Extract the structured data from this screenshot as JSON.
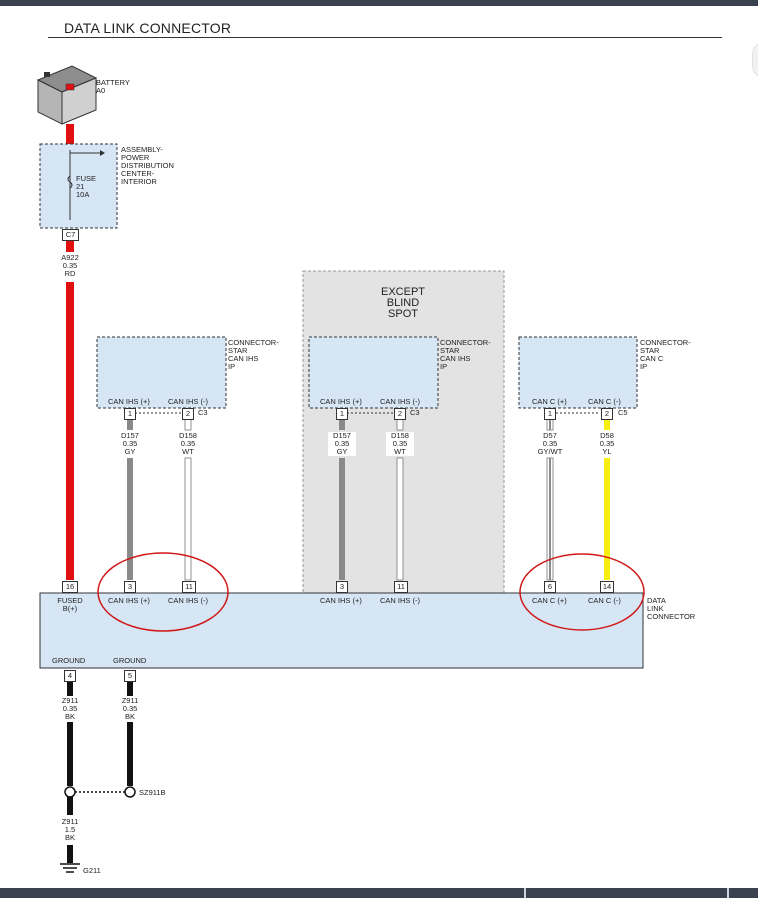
{
  "title": "DATA LINK CONNECTOR",
  "battery": {
    "name": "BATTERY",
    "id": "A0"
  },
  "pdc": {
    "name": "ASSEMBLY-\nPOWER\nDISTRIBUTION\nCENTER-\nINTERIOR",
    "fuse": "FUSE\n21\n10A",
    "pin": "C7"
  },
  "power_wire": {
    "label": "A922\n0.35\nRD",
    "color": "#e01010"
  },
  "except_region": {
    "label": "EXCEPT\nBLIND\nSPOT"
  },
  "star_connectors": [
    {
      "name": "CONNECTOR-\nSTAR\nCAN IHS\nIP",
      "pin_pos_label": "CAN IHS (+)",
      "pin_neg_label": "CAN IHS (-)",
      "pin_pos": "1",
      "pin_neg": "2",
      "connector": "C3",
      "wire_pos": "D157\n0.35\nGY",
      "wire_neg": "D158\n0.35\nWT",
      "dlc_pin_pos": "3",
      "dlc_pin_neg": "11",
      "dlc_label_pos": "CAN IHS (+)",
      "dlc_label_neg": "CAN IHS (-)"
    },
    {
      "name": "CONNECTOR-\nSTAR\nCAN IHS\nIP",
      "pin_pos_label": "CAN IHS (+)",
      "pin_neg_label": "CAN IHS (-)",
      "pin_pos": "1",
      "pin_neg": "2",
      "connector": "C3",
      "wire_pos": "D157\n0.35\nGY",
      "wire_neg": "D158\n0.35\nWT",
      "dlc_pin_pos": "3",
      "dlc_pin_neg": "11",
      "dlc_label_pos": "CAN IHS (+)",
      "dlc_label_neg": "CAN IHS (-)"
    },
    {
      "name": "CONNECTOR-\nSTAR\nCAN C\nIP",
      "pin_pos_label": "CAN C (+)",
      "pin_neg_label": "CAN C (-)",
      "pin_pos": "1",
      "pin_neg": "2",
      "connector": "C5",
      "wire_pos": "D57\n0.35\nGY/WT",
      "wire_neg": "D58\n0.35\nYL",
      "dlc_pin_pos": "6",
      "dlc_pin_neg": "14",
      "dlc_label_pos": "CAN C (+)",
      "dlc_label_neg": "CAN C (-)"
    }
  ],
  "dlc": {
    "name": "DATA\nLINK\nCONNECTOR",
    "fused_pin": "16",
    "fused_label": "FUSED\nB(+)",
    "ground_label_1": "GROUND",
    "ground_label_2": "GROUND",
    "ground_pin_1": "4",
    "ground_pin_2": "5"
  },
  "ground_wires": {
    "wire_1": "Z911\n0.35\nBK",
    "wire_2": "Z911\n0.35\nBK",
    "splice": "SZ911B",
    "wire_main": "Z911\n1.5\nBK",
    "ground_point": "G211"
  },
  "colors": {
    "box_fill": "#d6e6f5",
    "region_fill": "#e3e3e3",
    "wire_red": "#e01010",
    "wire_gray": "#8a8a8a",
    "wire_yellow": "#f5ee10",
    "wire_black": "#111111",
    "highlight_circle": "#d01818"
  }
}
